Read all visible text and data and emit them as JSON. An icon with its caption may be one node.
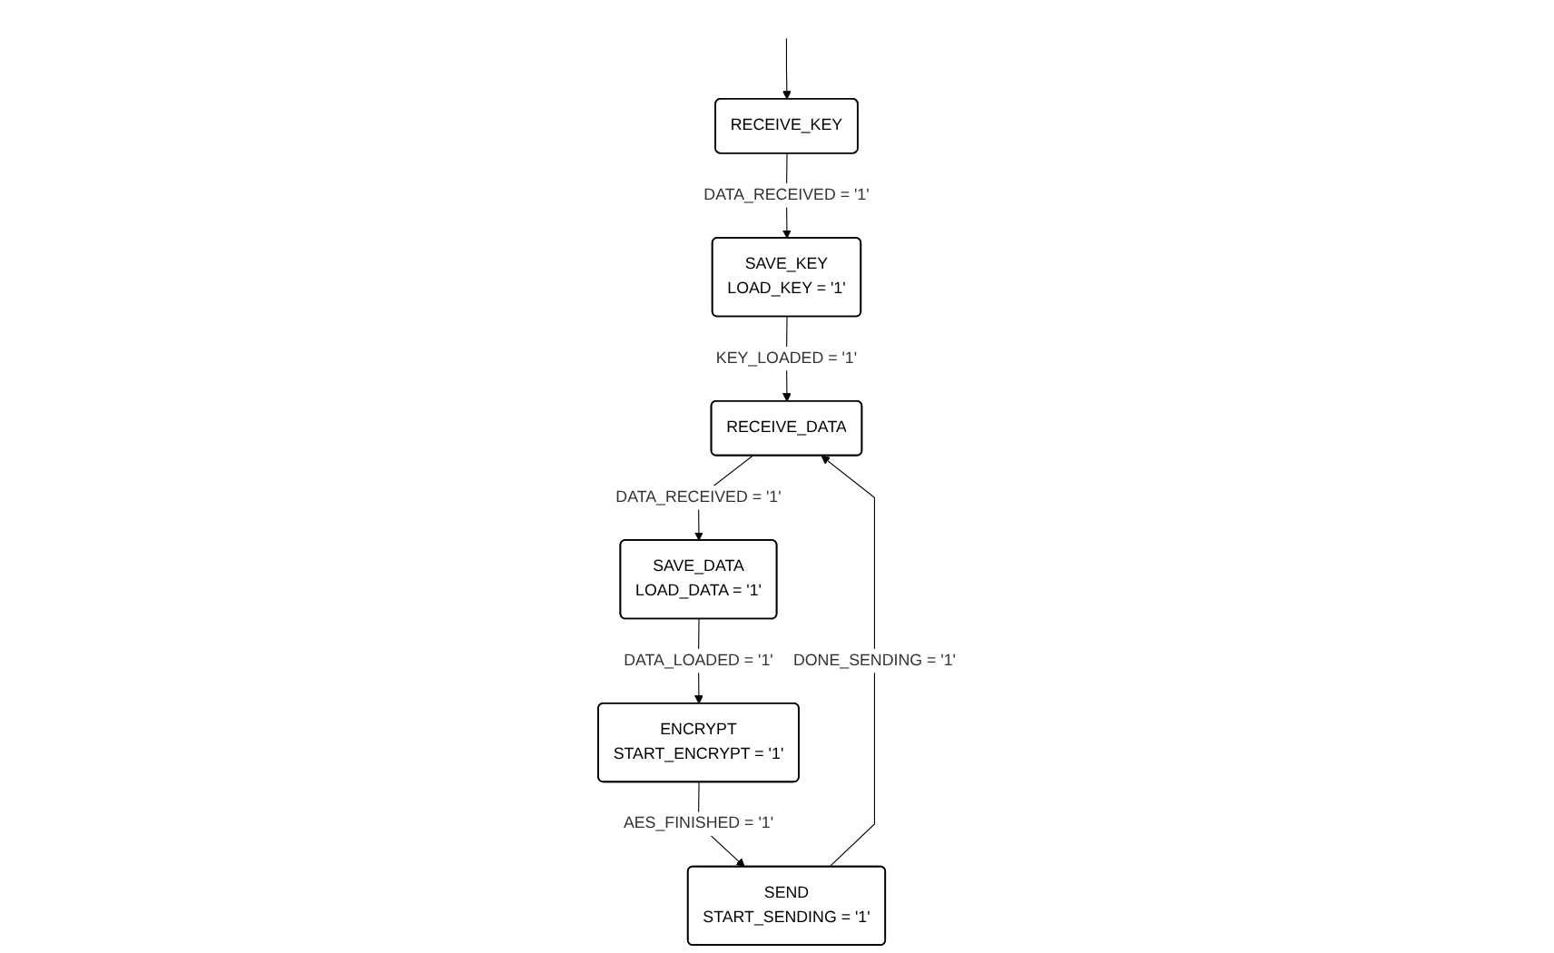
{
  "diagram": {
    "nodes": [
      {
        "text": [
          "RECEIVE_KEY"
        ]
      },
      {
        "text": [
          "SAVE_KEY",
          "LOAD_KEY = '1'"
        ]
      },
      {
        "text": [
          "RECEIVE_DATA"
        ]
      },
      {
        "text": [
          "SAVE_DATA",
          "LOAD_DATA = '1'"
        ]
      },
      {
        "text": [
          "ENCRYPT",
          "START_ENCRYPT = '1'"
        ]
      },
      {
        "text": [
          "SEND",
          "START_SENDING = '1'"
        ]
      }
    ],
    "edges": [
      {
        "from": null,
        "to": 0,
        "arrow": "to"
      },
      {
        "from": 0,
        "to": 1,
        "arrow": "to",
        "label": "DATA_RECEIVED = '1'"
      },
      {
        "from": 1,
        "to": 2,
        "arrow": "to",
        "label": "KEY_LOADED = '1'"
      },
      {
        "from": 2,
        "to": 3,
        "arrow": "to",
        "label": "DATA_RECEIVED = '1'"
      },
      {
        "from": 3,
        "to": 4,
        "arrow": "to",
        "label": "DATA_LOADED = '1'"
      },
      {
        "from": 4,
        "to": 5,
        "arrow": "to",
        "label": "AES_FINISHED = '1'"
      },
      {
        "from": 5,
        "to": 2,
        "arrow": "to",
        "label": "DONE_SENDING = '1'"
      }
    ]
  }
}
